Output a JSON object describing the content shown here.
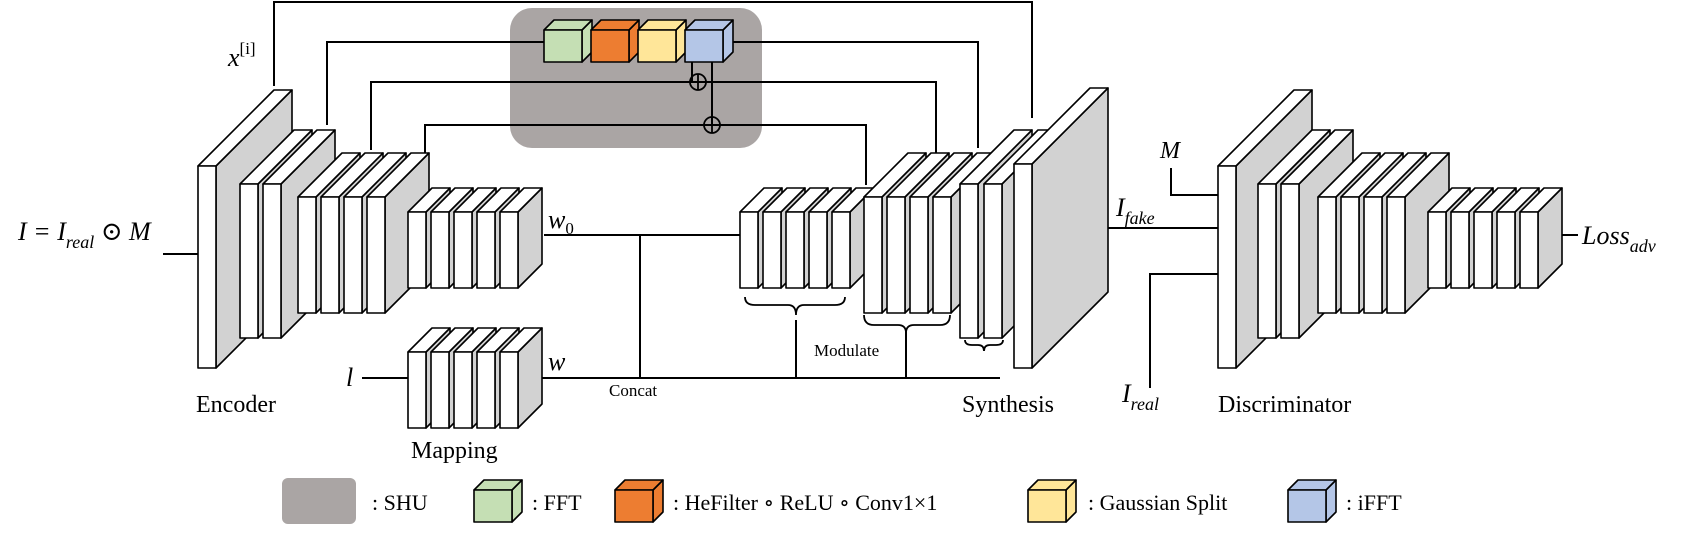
{
  "labels": {
    "input": {
      "main": "I = I",
      "sub_real": "real",
      "odot": " ⊙ ",
      "mask": "M"
    },
    "x_i": {
      "base": "x",
      "sup": "[i]"
    },
    "w0": {
      "base": "w",
      "sub": "0"
    },
    "w": "w",
    "l": "l",
    "m_disc": "M",
    "i_fake": {
      "base": "I",
      "sub": "fake"
    },
    "i_real": {
      "base": "I",
      "sub": "real"
    },
    "loss": {
      "base": "Loss",
      "sub": "adv"
    },
    "encoder": "Encoder",
    "mapping": "Mapping",
    "concat": "Concat",
    "modulate": "Modulate",
    "synthesis": "Synthesis",
    "discriminator": "Discriminator"
  },
  "legend": {
    "shu": ": SHU",
    "fft": ": FFT",
    "hefilter": ": HeFilter ∘ ReLU ∘ Conv1×1",
    "gaussian": ": Gaussian  Split",
    "ifft": ": iFFT"
  },
  "colors": {
    "shu_bg": "#aaa5a4",
    "fft": "#c5dfb4",
    "hefilter": "#ed7d31",
    "gaussian": "#ffe699",
    "ifft": "#b4c6e7",
    "block_front": "#ffffff",
    "block_side": "#d2d2d2"
  }
}
